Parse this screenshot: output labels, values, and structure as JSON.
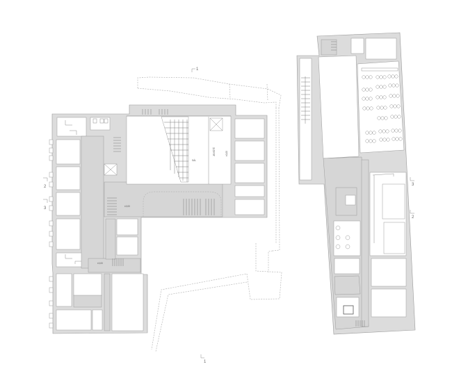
{
  "drawing": {
    "type": "architectural floor plan",
    "background": "#ffffff",
    "wall_fill": "#dcdcdc",
    "corridor_fill": "#d6d6d6",
    "line_color": "#9a9a9a"
  },
  "section_markers": {
    "top": "1",
    "bottom": "1",
    "left_a": "2",
    "left_b": "3",
    "right_a": "3",
    "right_b": "2"
  },
  "labels": {
    "hall_level": "±0,00",
    "auditorium": "SÁL",
    "stage": "JEVIŠTĚ",
    "side_corridor": "±0,00",
    "foyer_level": "±0,00",
    "lower_corridor_level": "±0,00"
  },
  "buildings": [
    {
      "name": "left-building",
      "description": "L-shaped building with auditorium, corridor and offices"
    },
    {
      "name": "right-building",
      "description": "Long building with hall, seminar seating, café and service rooms"
    }
  ]
}
